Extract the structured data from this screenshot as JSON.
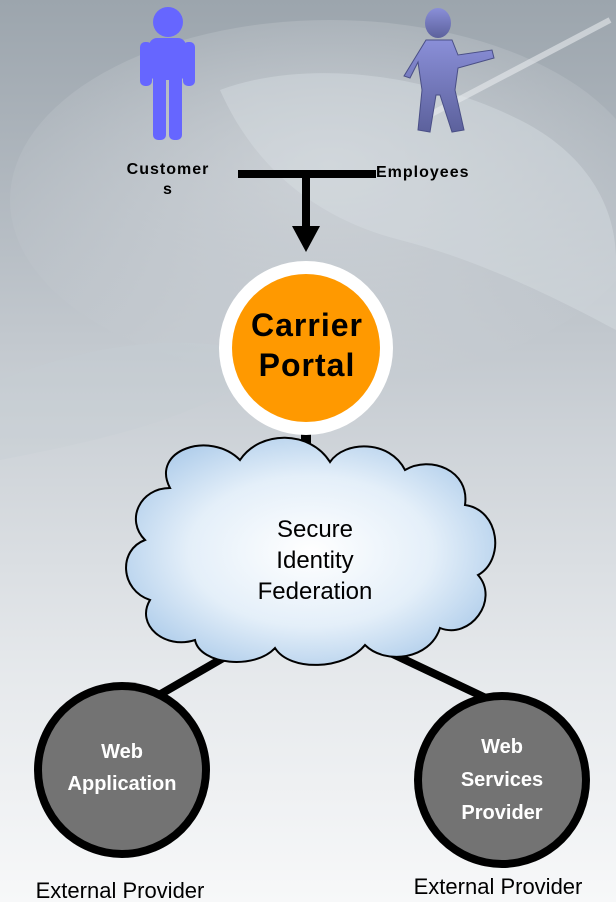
{
  "actors": {
    "customers": "Customer\ns",
    "employees": "Employees"
  },
  "portal": {
    "label": "Carrier\nPortal"
  },
  "cloud": {
    "label": "Secure\nIdentity\nFederation"
  },
  "providers": [
    {
      "label": "Web\nApplication",
      "caption": "External Provider"
    },
    {
      "label": "Web\nServices\nProvider",
      "caption": "External Provider"
    }
  ],
  "colors": {
    "customer_figure": "#6666ff",
    "employee_figure": "#7b80c8",
    "portal_fill": "#ff9900",
    "node_fill": "#737373",
    "connector": "#000000",
    "cloud_fill": "#cfe3f5"
  },
  "icons": {
    "customer": "person-icon",
    "employee": "person-gesturing-icon"
  }
}
